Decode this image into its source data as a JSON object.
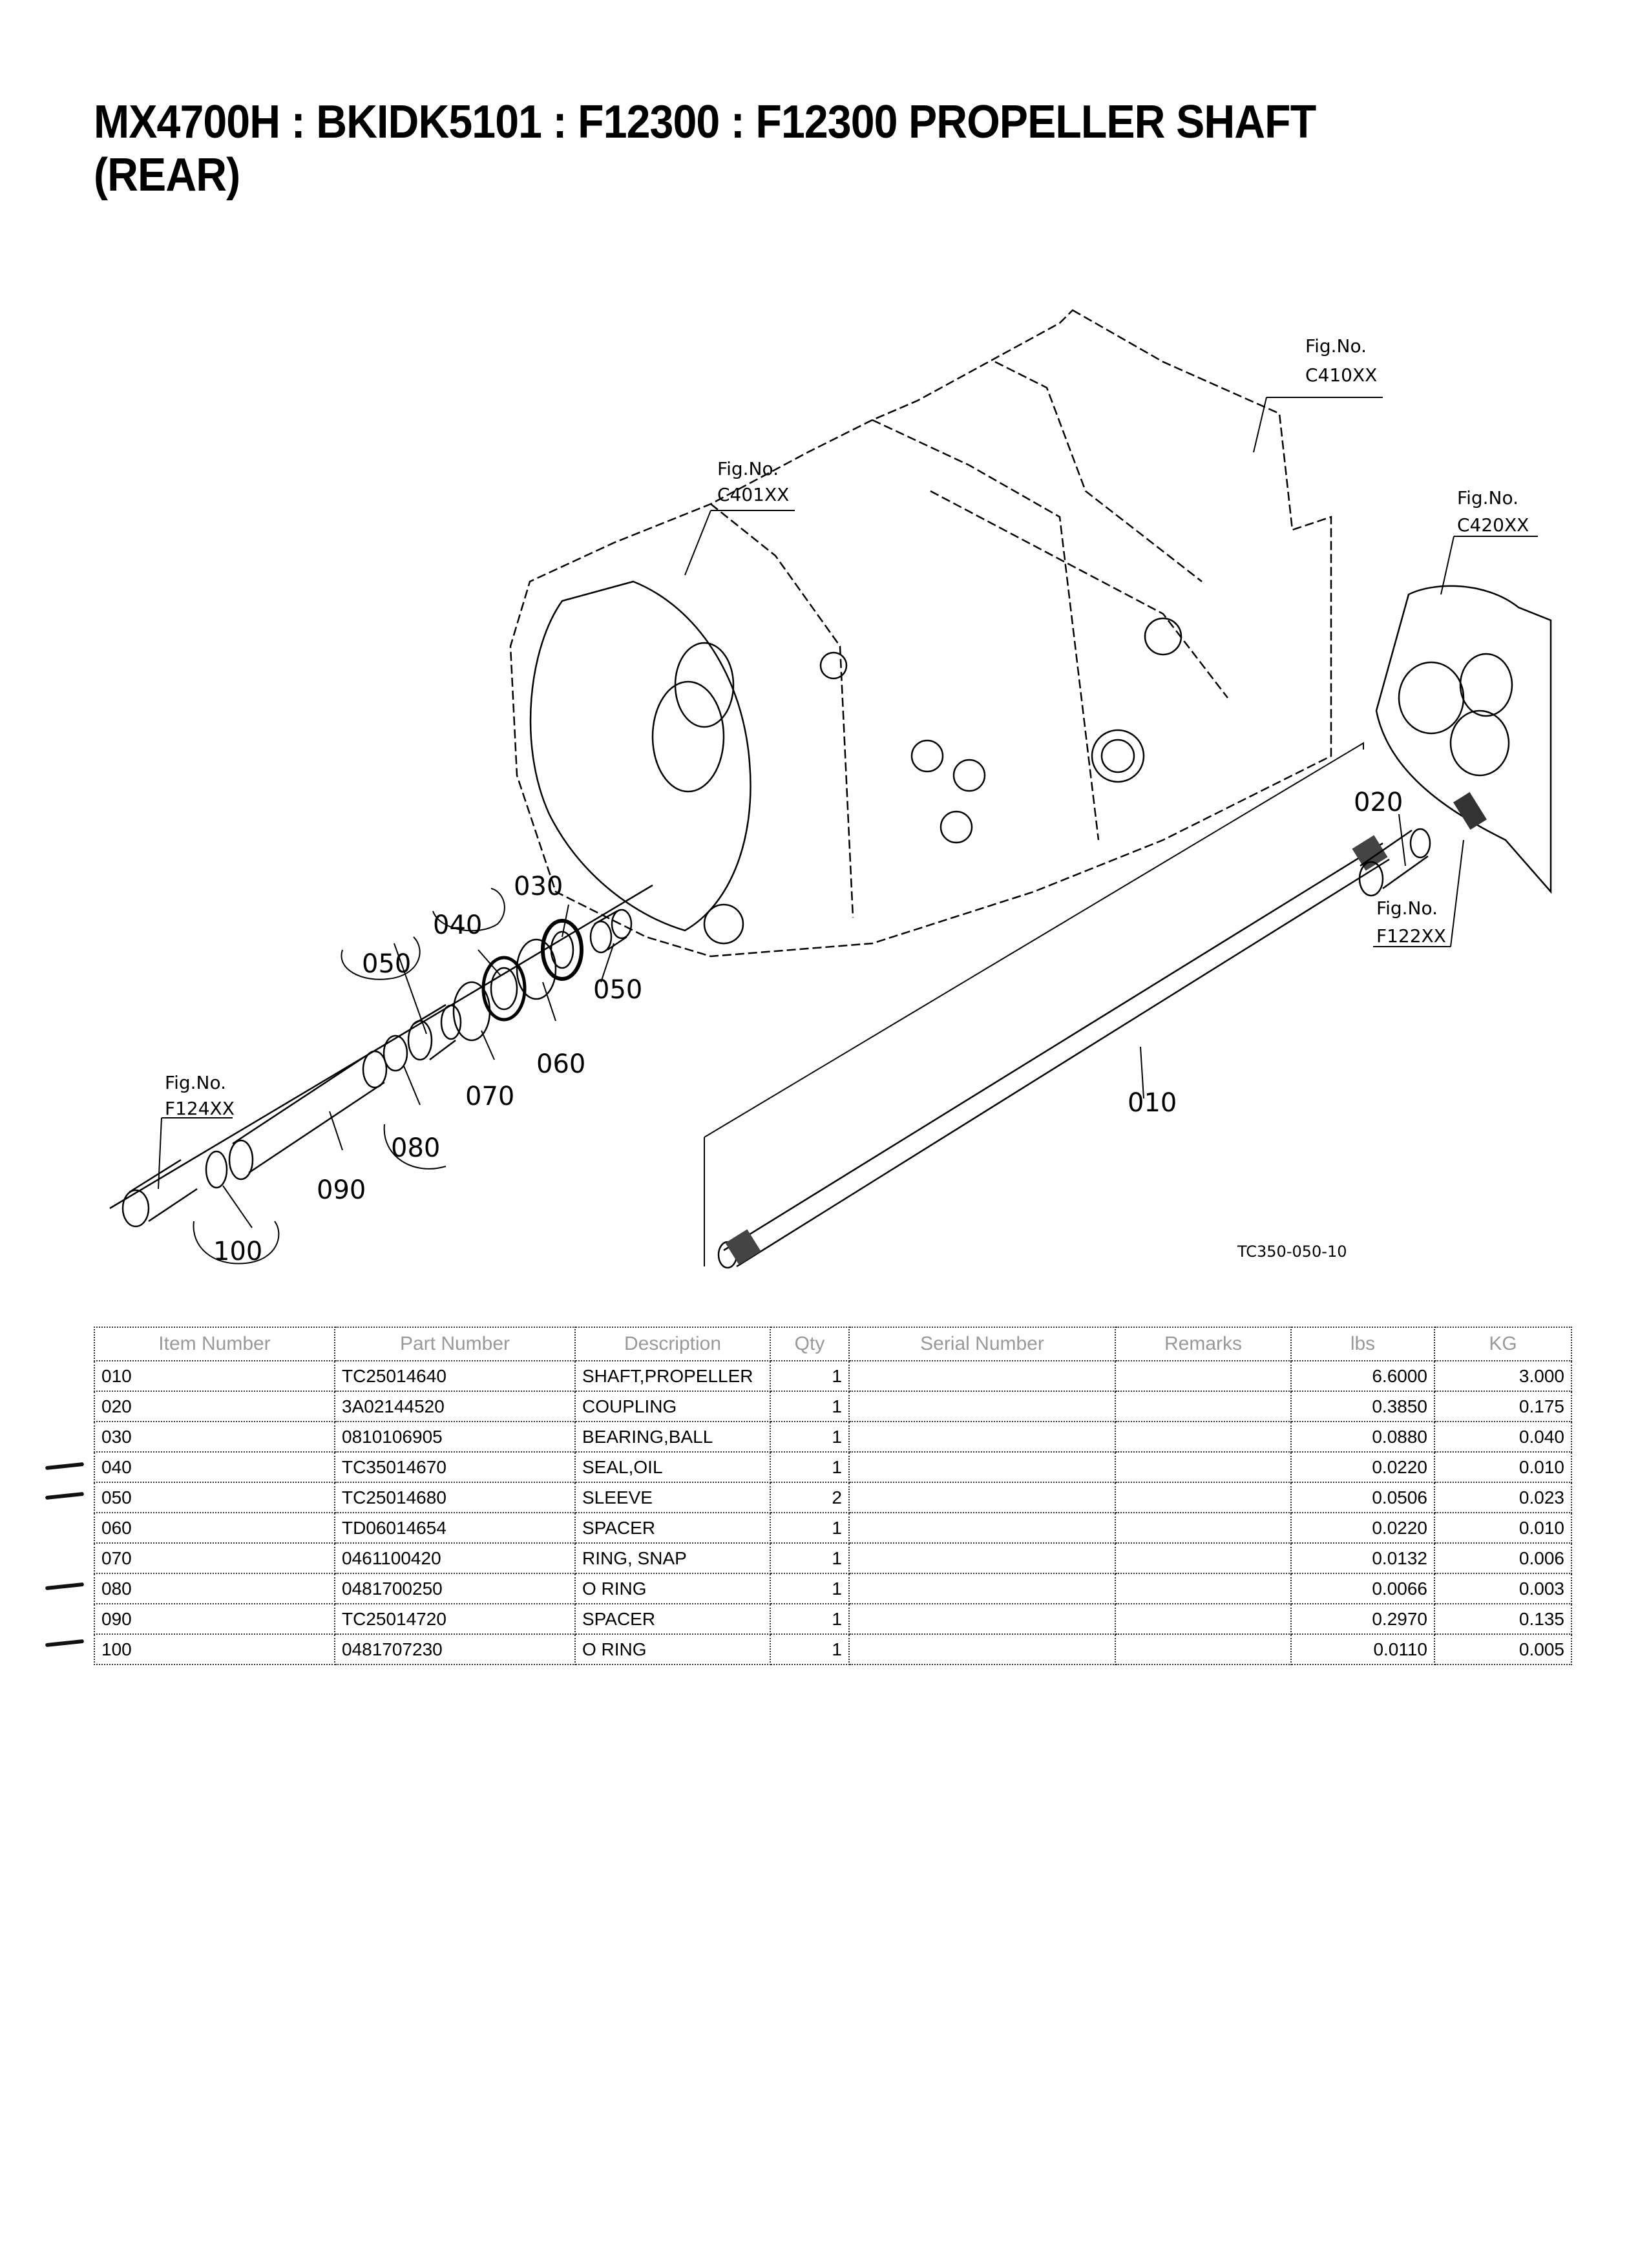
{
  "title": "MX4700H : BKIDK5101 : F12300 : F12300 PROPELLER SHAFT (REAR)",
  "diagram": {
    "fig_refs": [
      {
        "label": "Fig.No.",
        "code": "C410XX"
      },
      {
        "label": "Fig.No.",
        "code": "C401XX"
      },
      {
        "label": "Fig.No.",
        "code": "C420XX"
      },
      {
        "label": "Fig.No.",
        "code": "F122XX"
      },
      {
        "label": "Fig.No.",
        "code": "F124XX"
      }
    ],
    "callouts": [
      "010",
      "020",
      "030",
      "040",
      "050",
      "050",
      "060",
      "070",
      "080",
      "090",
      "100"
    ],
    "drawing_id": "TC350-050-10"
  },
  "table": {
    "headers": [
      "Item Number",
      "Part Number",
      "Description",
      "Qty",
      "Serial Number",
      "Remarks",
      "lbs",
      "KG"
    ],
    "rows": [
      {
        "item": "010",
        "part": "TC25014640",
        "desc": "SHAFT,PROPELLER",
        "qty": "1",
        "serial": "",
        "remarks": "",
        "lbs": "6.6000",
        "kg": "3.000"
      },
      {
        "item": "020",
        "part": "3A02144520",
        "desc": "COUPLING",
        "qty": "1",
        "serial": "",
        "remarks": "",
        "lbs": "0.3850",
        "kg": "0.175"
      },
      {
        "item": "030",
        "part": "0810106905",
        "desc": "BEARING,BALL",
        "qty": "1",
        "serial": "",
        "remarks": "",
        "lbs": "0.0880",
        "kg": "0.040"
      },
      {
        "item": "040",
        "part": "TC35014670",
        "desc": "SEAL,OIL",
        "qty": "1",
        "serial": "",
        "remarks": "",
        "lbs": "0.0220",
        "kg": "0.010"
      },
      {
        "item": "050",
        "part": "TC25014680",
        "desc": "SLEEVE",
        "qty": "2",
        "serial": "",
        "remarks": "",
        "lbs": "0.0506",
        "kg": "0.023"
      },
      {
        "item": "060",
        "part": "TD06014654",
        "desc": "SPACER",
        "qty": "1",
        "serial": "",
        "remarks": "",
        "lbs": "0.0220",
        "kg": "0.010"
      },
      {
        "item": "070",
        "part": "0461100420",
        "desc": "RING, SNAP",
        "qty": "1",
        "serial": "",
        "remarks": "",
        "lbs": "0.0132",
        "kg": "0.006"
      },
      {
        "item": "080",
        "part": "0481700250",
        "desc": "O RING",
        "qty": "1",
        "serial": "",
        "remarks": "",
        "lbs": "0.0066",
        "kg": "0.003"
      },
      {
        "item": "090",
        "part": "TC25014720",
        "desc": "SPACER",
        "qty": "1",
        "serial": "",
        "remarks": "",
        "lbs": "0.2970",
        "kg": "0.135"
      },
      {
        "item": "100",
        "part": "0481707230",
        "desc": "O RING",
        "qty": "1",
        "serial": "",
        "remarks": "",
        "lbs": "0.0110",
        "kg": "0.005"
      }
    ]
  }
}
